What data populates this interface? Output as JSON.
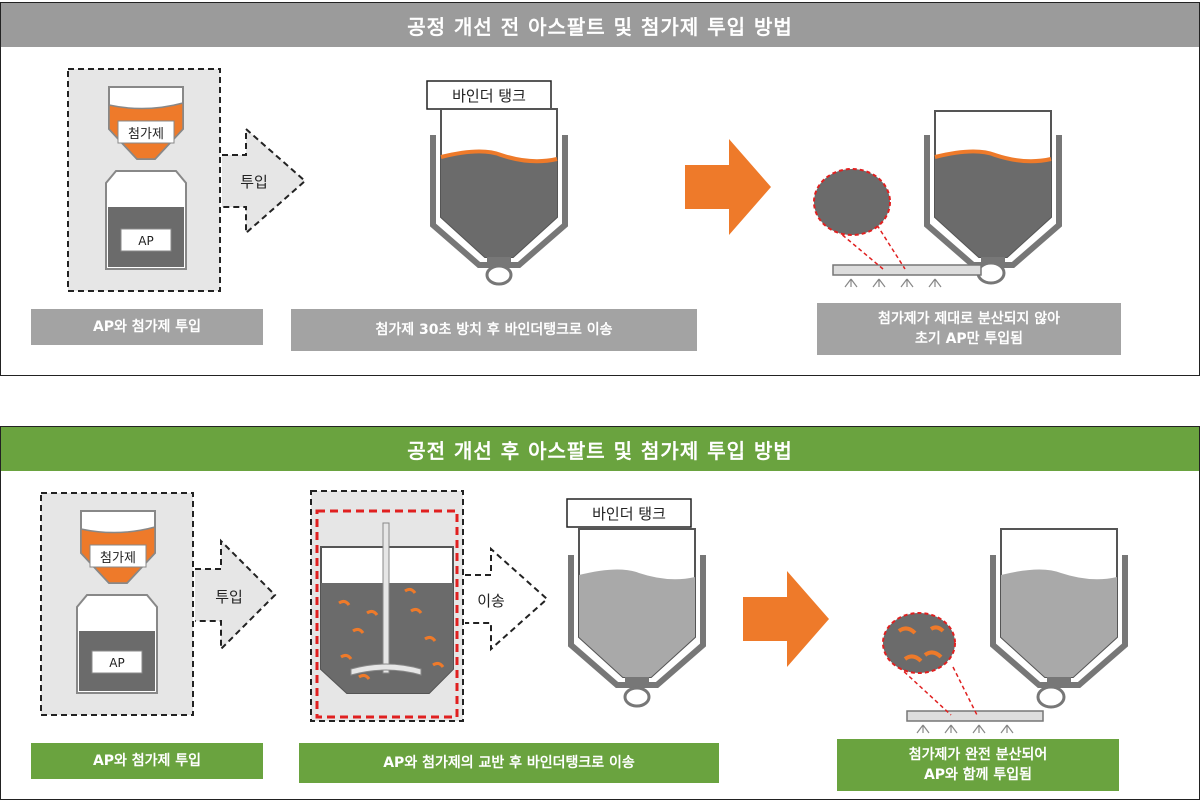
{
  "before": {
    "title": "공정 개선 전 아스팔트 및 첨가제 투입 방법",
    "additive_label": "첨가제",
    "ap_label": "AP",
    "arrow_label": "투입",
    "tank_label": "바인더 탱크",
    "captions": {
      "step1": "AP와 첨가제 투입",
      "step2": "첨가제 30초 방치 후 바인더탱크로 이송",
      "step3_line1": "첨가제가 제대로 분산되지 않아",
      "step3_line2": "초기 AP만 투입됨"
    }
  },
  "after": {
    "title": "공전 개선 후 아스팔트 및 첨가제 투입 방법",
    "additive_label": "첨가제",
    "ap_label": "AP",
    "arrow_label": "투입",
    "transfer_label": "이송",
    "tank_label": "바인더 탱크",
    "captions": {
      "step1": "AP와 첨가제 투입",
      "step2": "AP와 첨가제의 교반 후 바인더탱크로 이송",
      "step3_line1": "첨가제가 완전 분산되어",
      "step3_line2": "AP와 함께 투입됨"
    }
  },
  "colors": {
    "orange": "#ee7a2a",
    "gray_header": "#9b9b9b",
    "green_header": "#6aa33f",
    "dark_fill": "#6b6b6b",
    "light_fill": "#a9a9a9",
    "red_dash": "#e02020"
  }
}
